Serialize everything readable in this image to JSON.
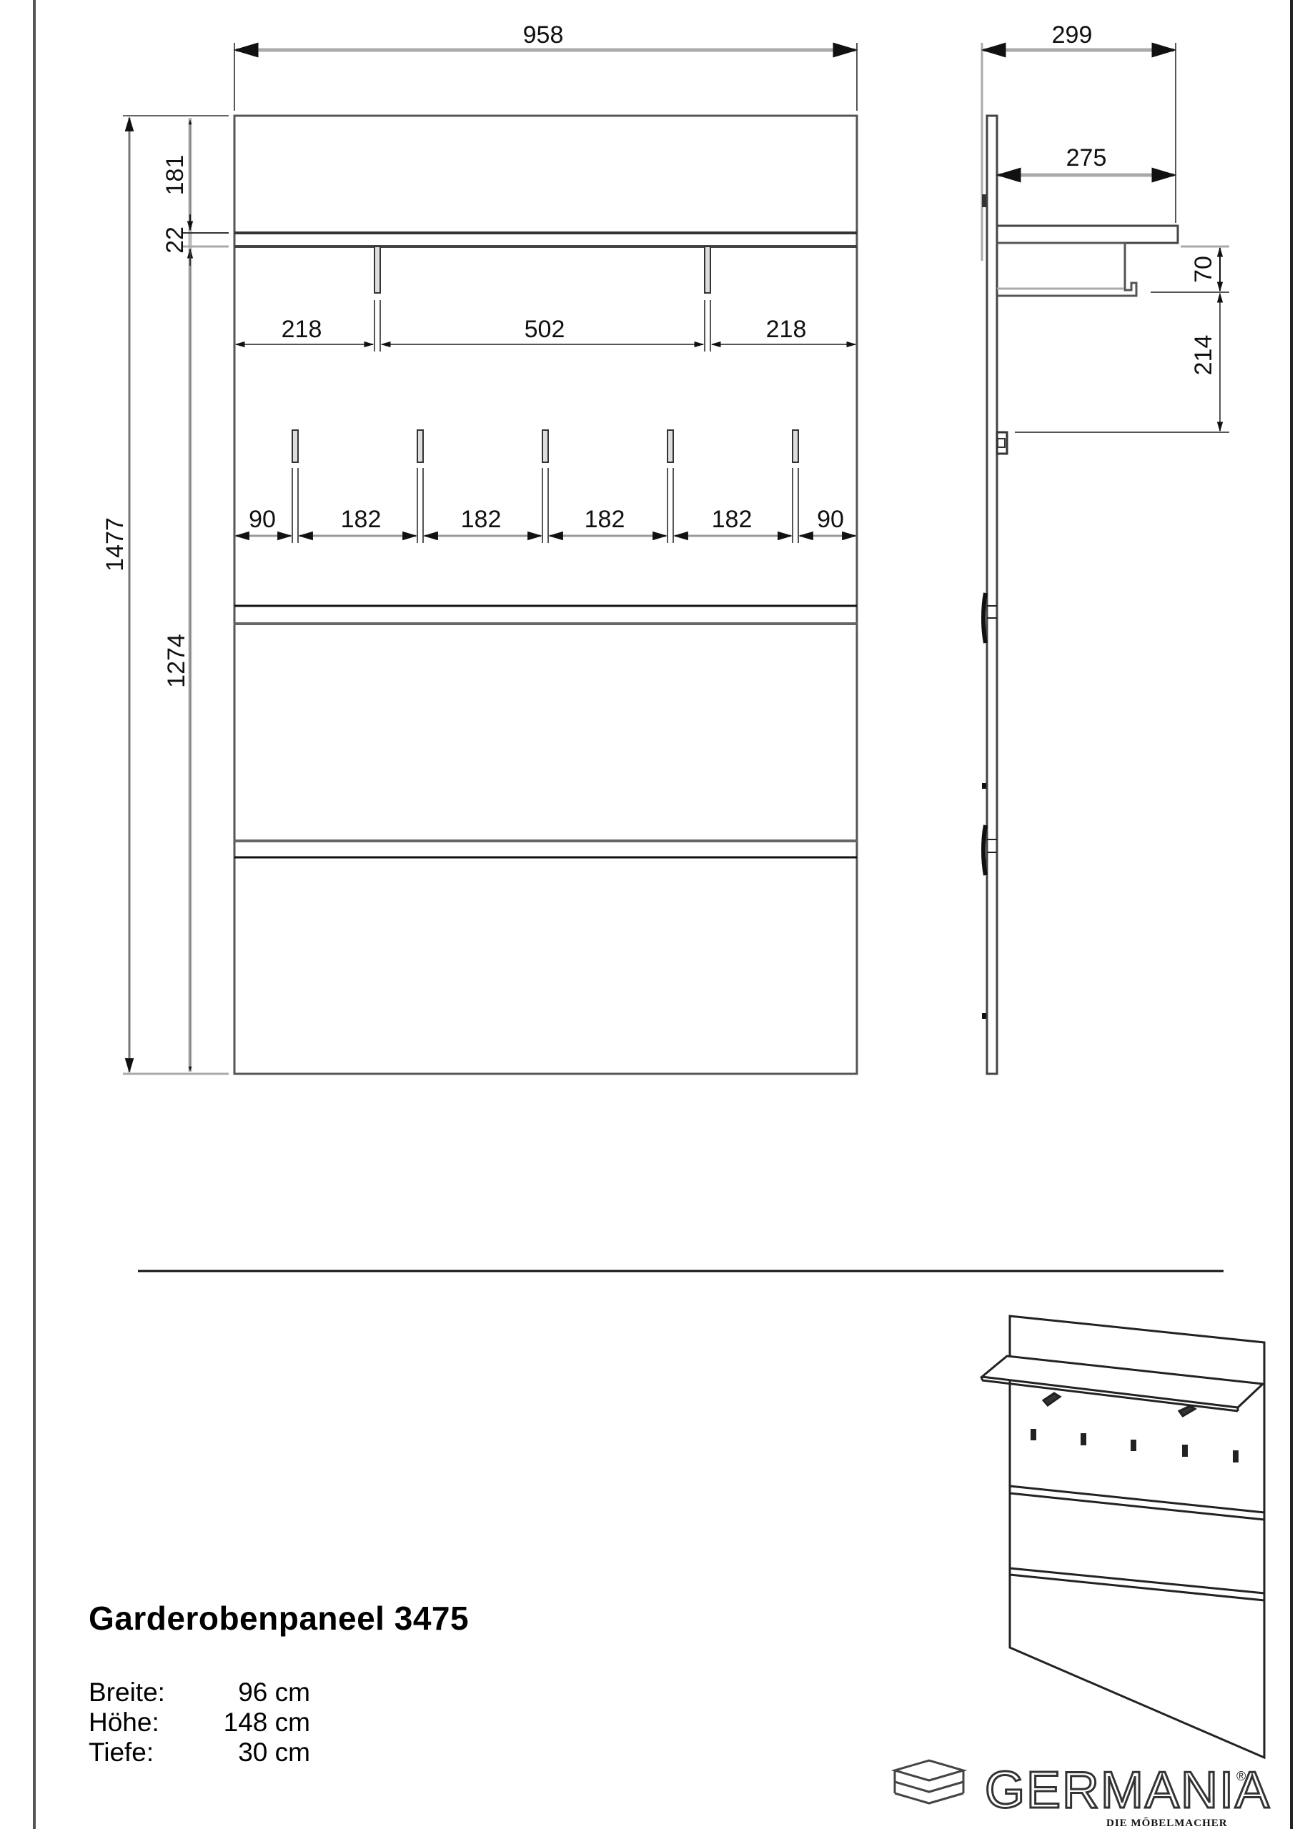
{
  "front_view": {
    "width_label": "958",
    "height_total_label": "1477",
    "height_lower_label": "1274",
    "top_gap_label": "181",
    "shelf_thickness_label": "22",
    "bracket_dims": [
      "218",
      "502",
      "218"
    ],
    "hook_dims": [
      "90",
      "182",
      "182",
      "182",
      "182",
      "90"
    ]
  },
  "side_view": {
    "depth_total_label": "299",
    "shelf_depth_label": "275",
    "bracket_height_label": "70",
    "hook_offset_label": "214"
  },
  "product": {
    "title": "Garderobenpaneel 3475",
    "specs": [
      {
        "label": "Breite:",
        "value": "96 cm"
      },
      {
        "label": "Höhe:",
        "value": "148 cm"
      },
      {
        "label": "Tiefe:",
        "value": "30 cm"
      }
    ]
  },
  "brand": {
    "name": "GERMANIA",
    "registered": "®",
    "tagline": "DIE MÖBELMACHER"
  },
  "colors": {
    "line": "#333333",
    "dim_line": "#9a9a9a",
    "background": "#ffffff"
  }
}
